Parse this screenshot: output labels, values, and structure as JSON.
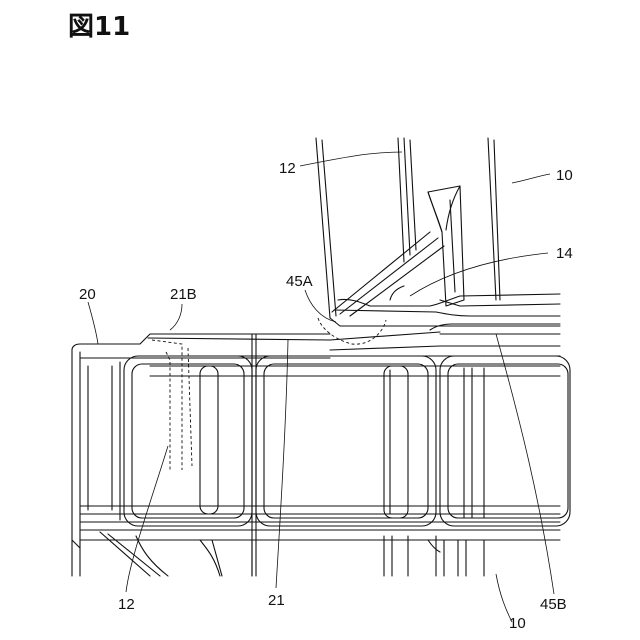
{
  "figure": {
    "title": "図11"
  },
  "labels": {
    "l12_top": "12",
    "l10_top": "10",
    "l14": "14",
    "l45A": "45A",
    "l20": "20",
    "l21B": "21B",
    "l12_bottom": "12",
    "l21": "21",
    "l10_bottom": "10",
    "l45B": "45B"
  }
}
